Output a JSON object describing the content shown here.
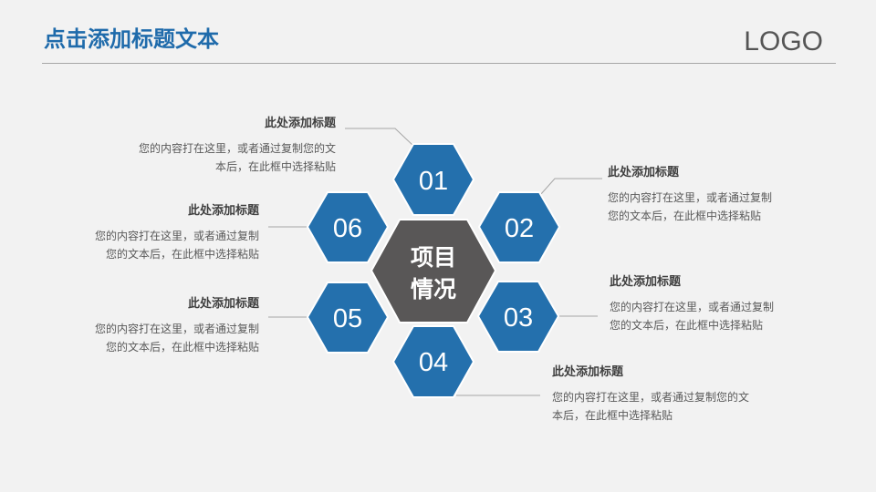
{
  "header": {
    "title": "点击添加标题文本",
    "logo": "LOGO"
  },
  "colors": {
    "accent": "#1f6bab",
    "hex_blue": "#2470ad",
    "center_hex": "#595757",
    "rule": "#a6a6a6",
    "background": "#f2f2f2"
  },
  "diagram": {
    "center": {
      "line1": "项目",
      "line2": "情况"
    },
    "hexes": [
      {
        "label": "01"
      },
      {
        "label": "02"
      },
      {
        "label": "03"
      },
      {
        "label": "04"
      },
      {
        "label": "05"
      },
      {
        "label": "06"
      }
    ]
  },
  "items": [
    {
      "heading": "此处添加标题",
      "body": "您的内容打在这里，或者通过复制您的文本后，在此框中选择粘贴"
    },
    {
      "heading": "此处添加标题",
      "body": "您的内容打在这里，或者通过复制您的文本后，在此框中选择粘贴"
    },
    {
      "heading": "此处添加标题",
      "body": "您的内容打在这里，或者通过复制您的文本后，在此框中选择粘贴"
    },
    {
      "heading": "此处添加标题",
      "body": "您的内容打在这里，或者通过复制您的文本后，在此框中选择粘贴"
    },
    {
      "heading": "此处添加标题",
      "body": "您的内容打在这里，或者通过复制您的文本后，在此框中选择粘贴"
    },
    {
      "heading": "此处添加标题",
      "body": "您的内容打在这里，或者通过复制您的文本后，在此框中选择粘贴"
    }
  ]
}
